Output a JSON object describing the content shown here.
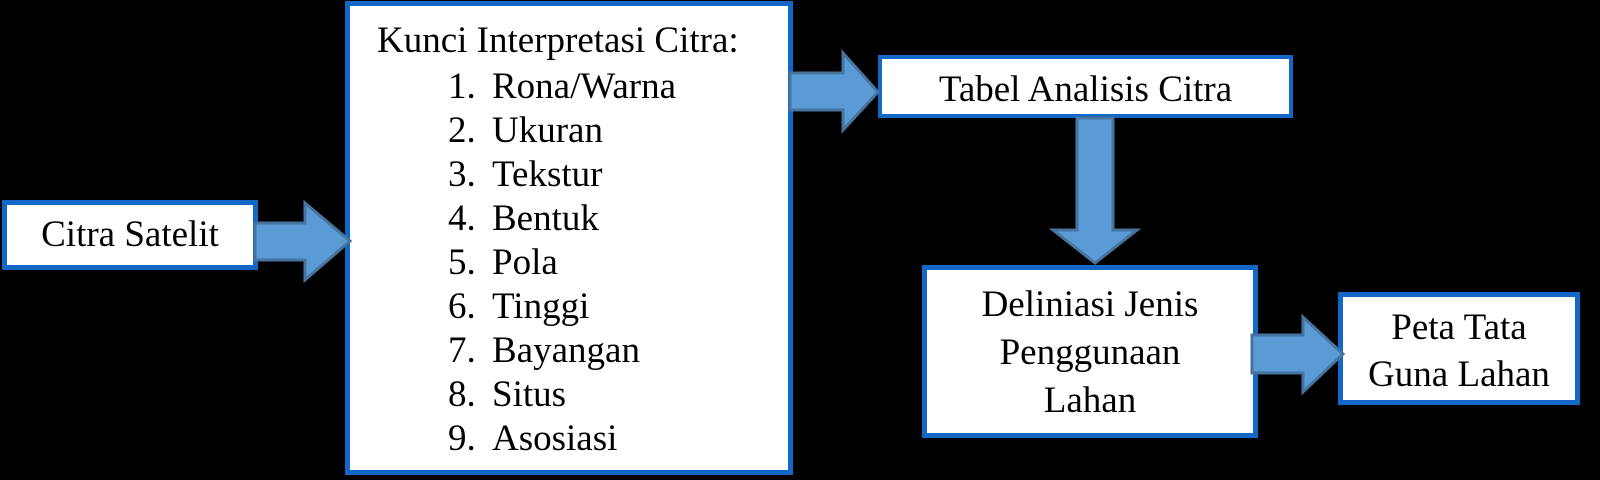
{
  "diagram": {
    "background": "#000000",
    "colors": {
      "box_fill": "#ffffff",
      "box_border": "#1267c7",
      "arrow_fill": "#5b9bd5",
      "arrow_outline": "#46749f",
      "text": "#000000"
    },
    "nodes": {
      "citra_satelit": {
        "label": "Citra Satelit"
      },
      "kunci_interpretasi": {
        "title": "Kunci Interpretasi Citra:",
        "items": [
          {
            "num": "1.",
            "label": "Rona/Warna"
          },
          {
            "num": "2.",
            "label": "Ukuran"
          },
          {
            "num": "3.",
            "label": "Tekstur"
          },
          {
            "num": "4.",
            "label": "Bentuk"
          },
          {
            "num": "5.",
            "label": "Pola"
          },
          {
            "num": "6.",
            "label": "Tinggi"
          },
          {
            "num": "7.",
            "label": "Bayangan"
          },
          {
            "num": "8.",
            "label": "Situs"
          },
          {
            "num": "9.",
            "label": "Asosiasi"
          }
        ]
      },
      "tabel_analisis": {
        "label": "Tabel Analisis Citra"
      },
      "deliniasi": {
        "lines": [
          "Deliniasi Jenis",
          "Penggunaan",
          "Lahan"
        ]
      },
      "peta": {
        "lines": [
          "Peta Tata",
          "Guna Lahan"
        ]
      }
    },
    "arrows": [
      {
        "name": "citra-to-kunci",
        "direction": "right"
      },
      {
        "name": "kunci-to-tabel",
        "direction": "right"
      },
      {
        "name": "tabel-to-deliniasi",
        "direction": "down"
      },
      {
        "name": "deliniasi-to-peta",
        "direction": "right"
      }
    ]
  }
}
